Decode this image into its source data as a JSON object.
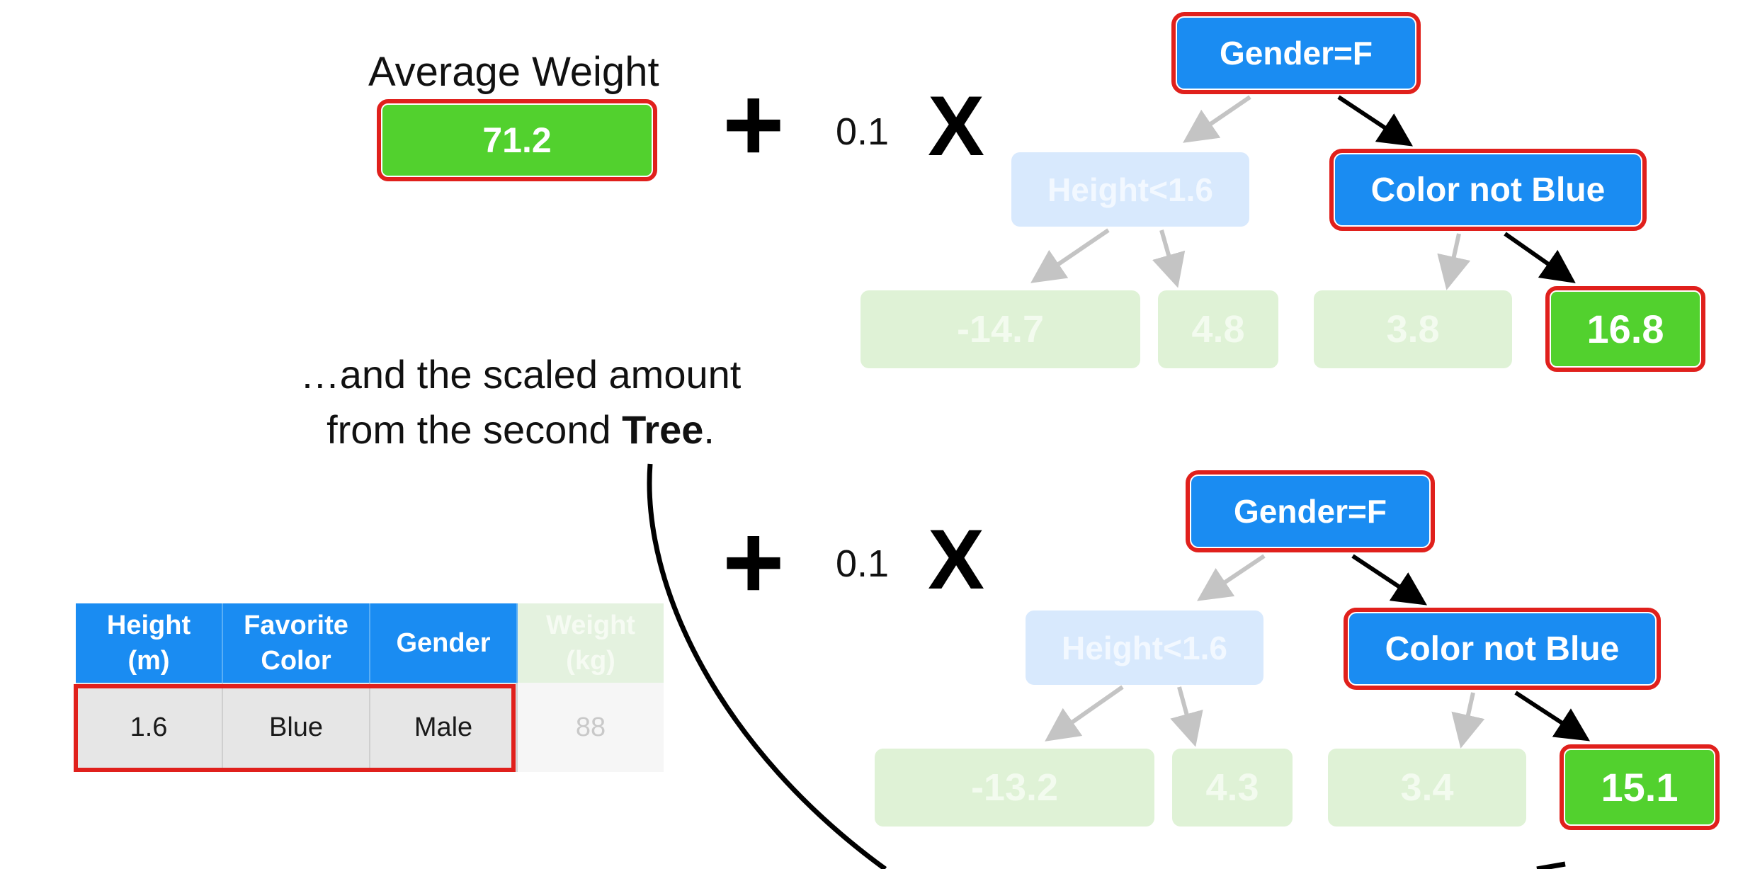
{
  "top": {
    "base_label": "Average Weight",
    "base_value": "71.2",
    "plus": "+",
    "rate": "0.1",
    "times": "X",
    "tree": {
      "root": "Gender=F",
      "left": "Height<1.6",
      "right": "Color not Blue",
      "leaves": [
        "-14.7",
        "4.8",
        "3.8",
        "16.8"
      ]
    }
  },
  "bottom": {
    "plus": "+",
    "rate": "0.1",
    "times": "X",
    "tree": {
      "root": "Gender=F",
      "left": "Height<1.6",
      "right": "Color not Blue",
      "leaves": [
        "-13.2",
        "4.3",
        "3.4",
        "15.1"
      ]
    }
  },
  "caption": {
    "line1": "…and the scaled amount",
    "line2_pre": "from the second ",
    "line2_bold": "Tree",
    "line2_post": "."
  },
  "table": {
    "headers": [
      "Height (m)",
      "Favorite Color",
      "Gender",
      "Weight (kg)"
    ],
    "header_lines": [
      [
        "Height",
        "(m)"
      ],
      [
        "Favorite",
        "Color"
      ],
      [
        "Gender"
      ],
      [
        "Weight",
        "(kg)"
      ]
    ],
    "row": [
      "1.6",
      "Blue",
      "Male",
      "88"
    ]
  },
  "colors": {
    "node_blue": "#1a8cf2",
    "leaf_green": "#52d12e",
    "highlight_red": "#e0201c"
  }
}
